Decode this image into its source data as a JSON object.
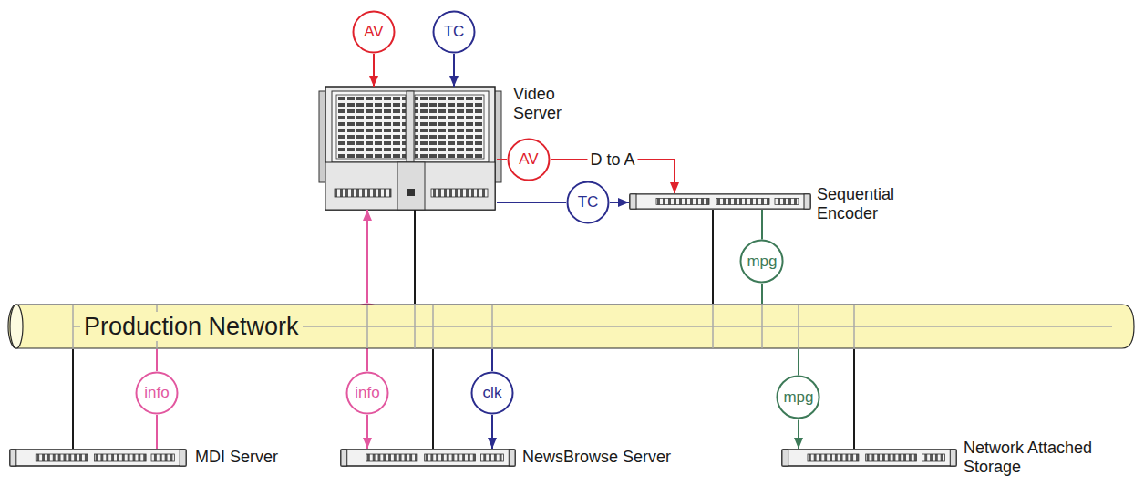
{
  "diagram": {
    "nodes": [
      {
        "text": [
          "AV"
        ]
      },
      {
        "text": [
          "TC"
        ]
      },
      {
        "text": [
          "Video Server"
        ]
      },
      {
        "text": [
          "AV"
        ]
      },
      {
        "text": [
          "TC"
        ]
      },
      {
        "text": [
          "Sequential Encoder"
        ]
      },
      {
        "text": [
          "info"
        ]
      },
      {
        "text": [
          "mpg"
        ]
      },
      {
        "text": [
          "Production Network"
        ]
      },
      {
        "text": [
          "info"
        ]
      },
      {
        "text": [
          "info"
        ]
      },
      {
        "text": [
          "clk"
        ]
      },
      {
        "text": [
          "mpg"
        ]
      },
      {
        "text": [
          "MDI Server"
        ]
      },
      {
        "text": [
          "NewsBrowse Server"
        ]
      },
      {
        "text": [
          "Network Attached Storage"
        ]
      }
    ],
    "edges": [
      {
        "from": 0,
        "to": 2,
        "arrow": "to"
      },
      {
        "from": 1,
        "to": 2,
        "arrow": "to"
      },
      {
        "from": 2,
        "to": 3,
        "arrow": "none"
      },
      {
        "from": 3,
        "to": 5,
        "label": "D to A",
        "arrow": "to"
      },
      {
        "from": 2,
        "to": 4,
        "arrow": "none"
      },
      {
        "from": 4,
        "to": 5,
        "arrow": "to"
      },
      {
        "from": 5,
        "to": 7,
        "arrow": "none"
      },
      {
        "from": 7,
        "to": 8,
        "arrow": "none"
      },
      {
        "from": 2,
        "to": 8,
        "arrow": "none"
      },
      {
        "from": 5,
        "to": 8,
        "arrow": "none"
      },
      {
        "from": 6,
        "to": 2,
        "arrow": "to"
      },
      {
        "from": 6,
        "to": 10,
        "arrow": "none"
      },
      {
        "from": 13,
        "to": 8,
        "arrow": "none"
      },
      {
        "from": 8,
        "to": 9,
        "arrow": "none"
      },
      {
        "from": 9,
        "to": 13,
        "arrow": "none"
      },
      {
        "from": 14,
        "to": 8,
        "arrow": "none"
      },
      {
        "from": 8,
        "to": 11,
        "arrow": "none"
      },
      {
        "from": 11,
        "to": 14,
        "arrow": "to"
      },
      {
        "from": 10,
        "to": 14,
        "arrow": "to"
      },
      {
        "from": 15,
        "to": 8,
        "arrow": "none"
      },
      {
        "from": 8,
        "to": 12,
        "arrow": "none"
      },
      {
        "from": 12,
        "to": 15,
        "arrow": "to"
      }
    ]
  }
}
